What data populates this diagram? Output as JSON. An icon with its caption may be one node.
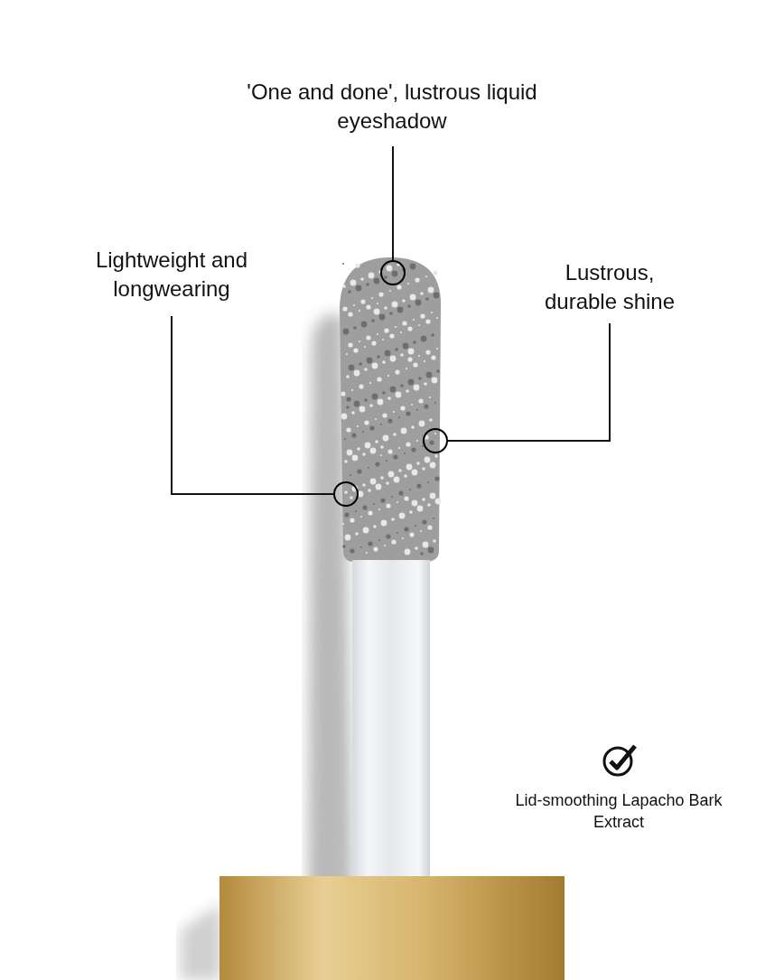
{
  "diagram": {
    "nodes": [
      {
        "text": [
          "'One and done', lustrous liquid eyeshadow"
        ]
      },
      {
        "text": [
          "Lightweight and longwearing"
        ]
      },
      {
        "text": [
          "Lustrous, durable shine"
        ]
      },
      {
        "text": [],
        "shape": "circle"
      },
      {
        "text": [],
        "shape": "circle"
      },
      {
        "text": [],
        "shape": "circle"
      }
    ],
    "edges": [
      {
        "from": 0,
        "to": 3,
        "arrow": "none"
      },
      {
        "from": 1,
        "to": 4,
        "arrow": "none"
      },
      {
        "from": 2,
        "to": 5,
        "arrow": "none"
      }
    ],
    "labels": [
      "Lid-smoothing Lapacho Bark Extract"
    ]
  }
}
